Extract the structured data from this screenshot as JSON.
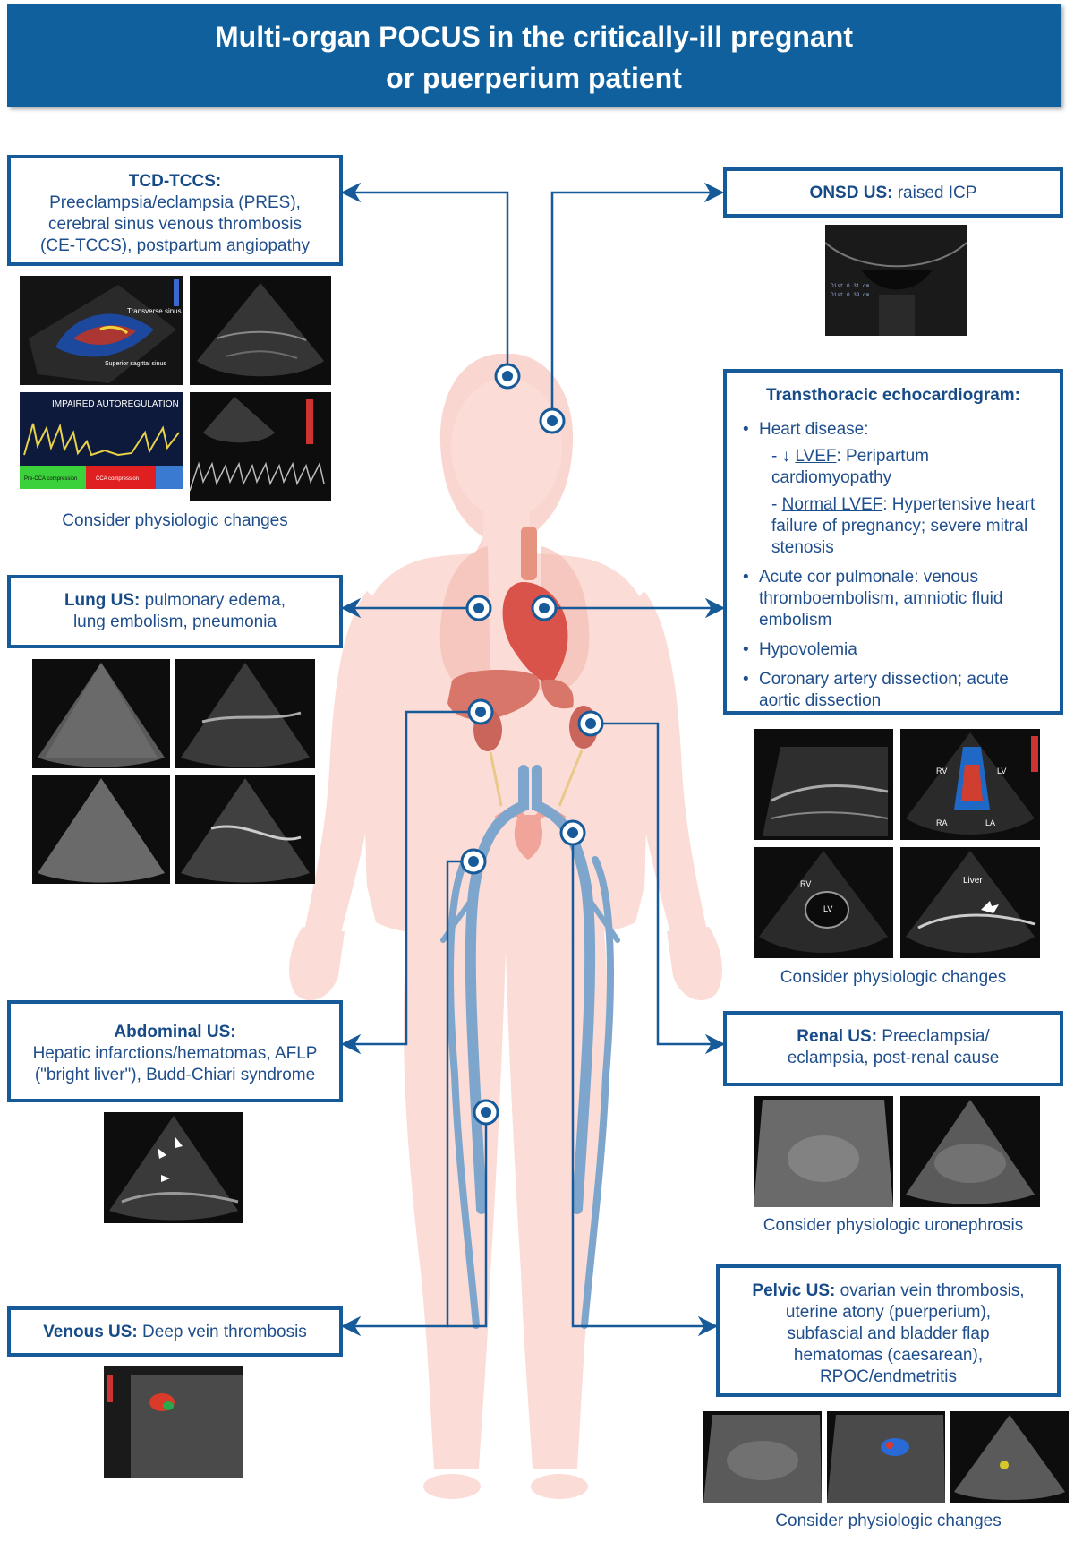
{
  "title": {
    "line1": "Multi-organ POCUS in the critically-ill pregnant",
    "line2": "or puerperium patient"
  },
  "tcd": {
    "heading": "TCD-TCCS:",
    "lines": [
      "Preeclampsia/eclampsia (PRES),",
      "cerebral sinus venous thrombosis",
      "(CE-TCCS), postpartum angiopathy"
    ],
    "img_label_1": "Transverse sinus",
    "img_label_2": "Superior sagittal sinus",
    "autoreg_title": "IMPAIRED AUTOREGULATION",
    "autoreg_bar_1": "Pre-CCA compression",
    "autoreg_bar_2": "CCA compression",
    "caption": "Consider physiologic changes"
  },
  "onsd": {
    "heading": "ONSD US:",
    "text": " raised ICP",
    "readout_1": "Dist 0.31 cm",
    "readout_2": "Dist 0.39 cm"
  },
  "tte": {
    "heading": "Transthoracic echocardiogram:",
    "item1": "Heart disease:",
    "sub1_prefix": "- ↓ ",
    "sub1_link": "LVEF",
    "sub1_rest": ": Peripartum cardiomyopathy",
    "sub2_prefix": "-   ",
    "sub2_link": "Normal LVEF",
    "sub2_rest": ": Hypertensive heart failure of pregnancy; severe mitral stenosis",
    "item2": "Acute cor pulmonale: venous thromboembolism, amniotic fluid embolism",
    "item3": "Hypovolemia",
    "item4": "Coronary artery dissection; acute aortic dissection",
    "img_rv": "RV",
    "img_lv": "LV",
    "img_ra": "RA",
    "img_la": "LA",
    "img_liver": "Liver",
    "caption": "Consider physiologic changes"
  },
  "lung": {
    "heading": "Lung US:",
    "line1_rest": " pulmonary edema,",
    "line2": "lung embolism, pneumonia"
  },
  "abdominal": {
    "heading": "Abdominal US:",
    "line1": "Hepatic infarctions/hematomas, AFLP",
    "line2": "(\"bright liver\"), Budd-Chiari syndrome"
  },
  "renal": {
    "heading": "Renal US:",
    "line1_rest": " Preeclampsia/",
    "line2": "eclampsia, post-renal cause",
    "caption": "Consider physiologic uronephrosis"
  },
  "venous": {
    "heading": "Venous US:",
    "text": " Deep vein thrombosis"
  },
  "pelvic": {
    "heading": "Pelvic US:",
    "line1_rest": " ovarian vein thrombosis,",
    "line2": "uterine atony (puerperium),",
    "line3": "subfascial and bladder flap",
    "line4": "hematomas (caesarean),",
    "line5": "RPOC/endmetritis",
    "caption": "Consider physiologic changes"
  },
  "colors": {
    "header": "#11609e",
    "box_border": "#175a99",
    "text": "#1f4e8c",
    "body_fill": "#fbdcd6",
    "vein": "#7ea6cc",
    "organ": "#d9766a"
  },
  "icons": [
    "target-marker-icon",
    "arrow-head-icon"
  ]
}
